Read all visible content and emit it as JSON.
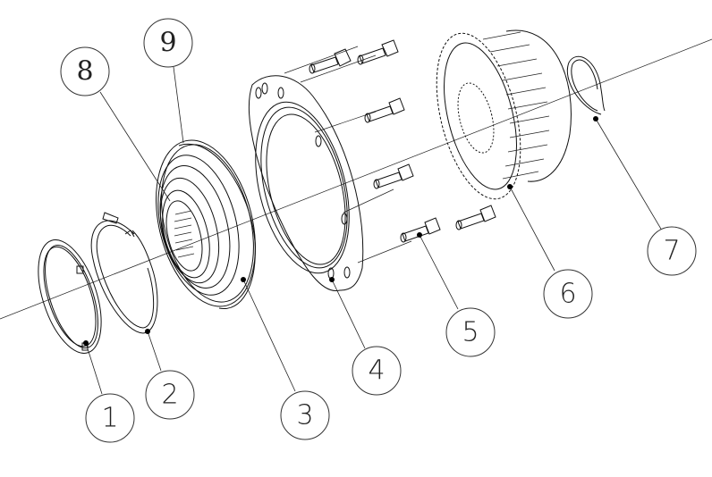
{
  "diagram": {
    "type": "exploded-view assembly drawing",
    "callouts": [
      {
        "id": "1",
        "label": "1"
      },
      {
        "id": "2",
        "label": "2"
      },
      {
        "id": "3",
        "label": "3"
      },
      {
        "id": "4",
        "label": "4"
      },
      {
        "id": "5",
        "label": "5"
      },
      {
        "id": "6",
        "label": "6"
      },
      {
        "id": "7",
        "label": "7"
      },
      {
        "id": "8",
        "label": "8"
      },
      {
        "id": "9",
        "label": "9"
      }
    ],
    "colors": {
      "line": "#111111",
      "background": "#ffffff"
    }
  }
}
